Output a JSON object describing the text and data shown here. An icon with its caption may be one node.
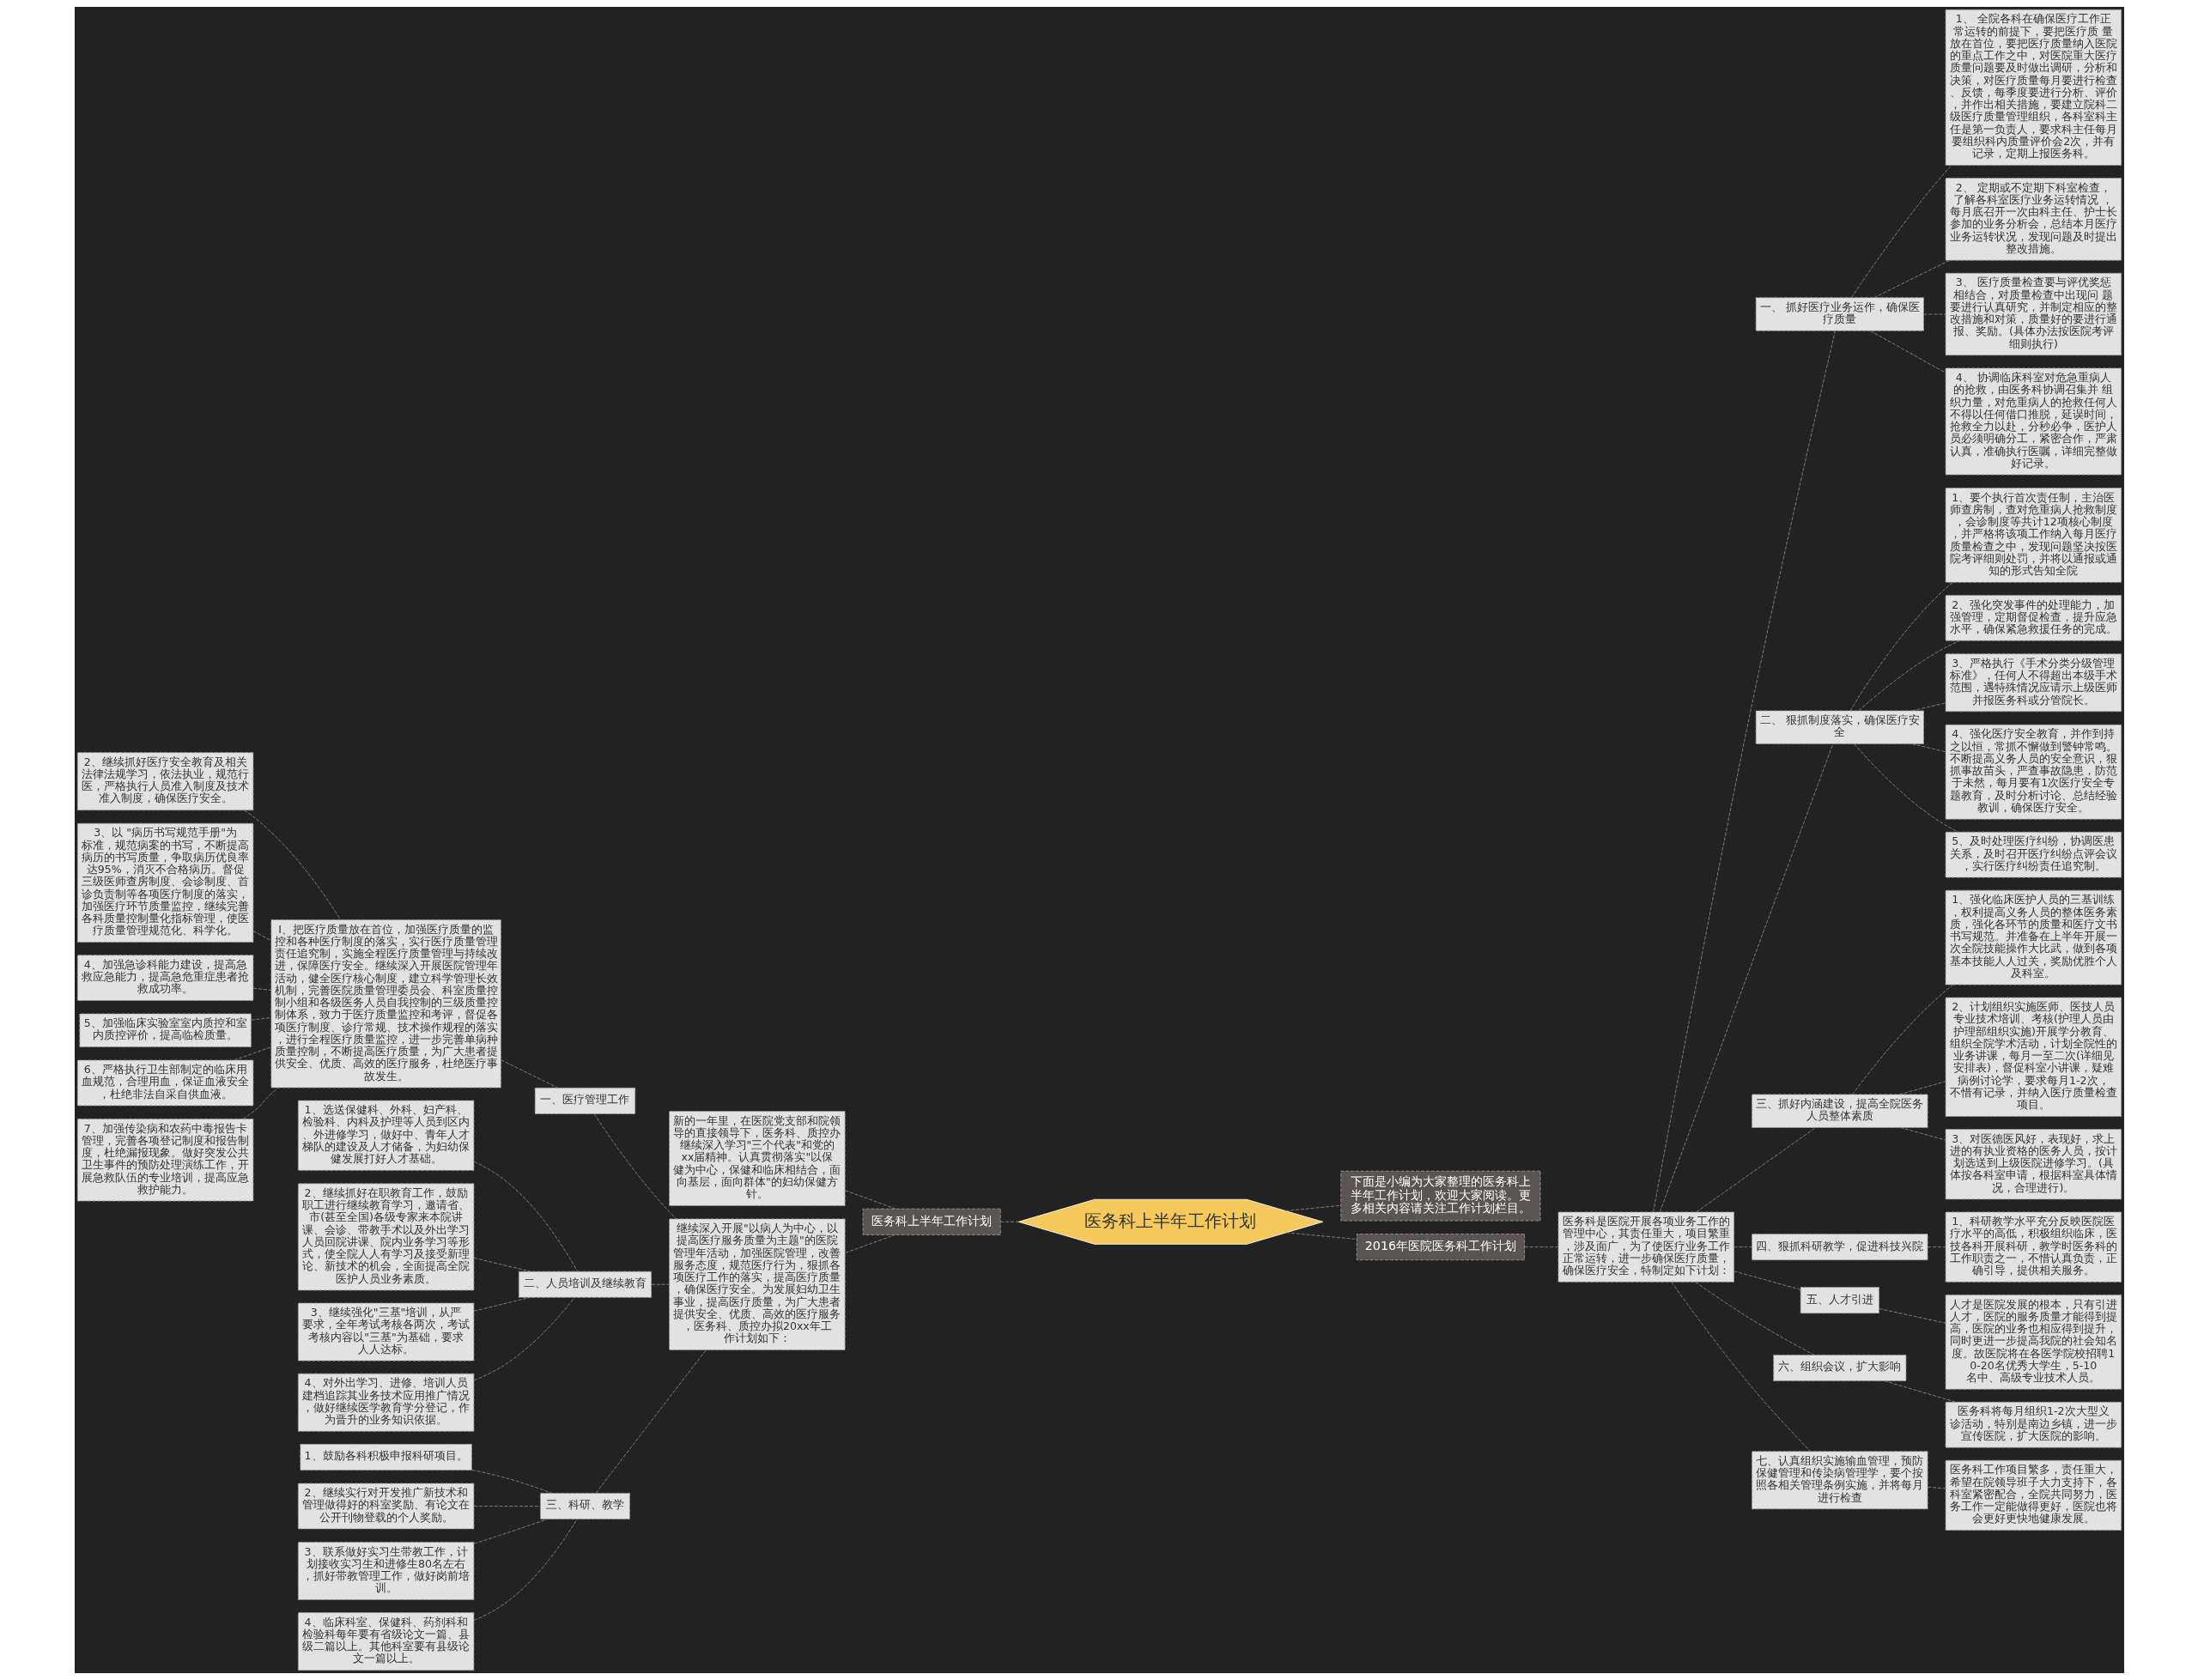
{
  "diagram": {
    "nodes": [
      {
        "text": [
          "医务科上半年工作计划"
        ]
      },
      {
        "text": [
          "医务科上半年工作计划"
        ]
      },
      {
        "text": [
          "新的一年里，在医院党支部和院领导的直接领导下，医务科、质控办继续深入学习\"三个代表\"和党的xx届精神。认真贯彻落实\"以保健为中心，保健和临床相结合，面向基层，面向群体\"的妇幼保健方针。"
        ]
      },
      {
        "text": [
          "继续深入开展\"以病人为中心，以提高医疗服务质量为主题\"的医院管理年活动，加强医院管理，改善服务态度，规范医疗行为，狠抓各项医疗工作的落实，提高医疗质量，确保医疗安全。为发展妇幼卫生事业，提高医疗质量，为广大患者提供安全、优质、高效的医疗服务，医务科、质控办拟20xx年工作计划如下："
        ]
      },
      {
        "text": [
          "一、医疗管理工作"
        ]
      },
      {
        "text": [
          "I、把医疗质量放在首位，加强医疗质量的监控和各种医疗制度的落实，实行医疗质量管理责任追究制，实施全程医疗质量管理与持续改进，保障医疗安全。继续深入开展医院管理年活动，健全医疗核心制度，建立科学管理长效机制，完善医院质量管理委员会、科室质量控制小组和各级医务人员自我控制的三级质量控制体系，致力于医疗质量监控和考评，督促各项医疗制度、诊疗常规、技术操作规程的落实，进行全程医疗质量监控，进一步完善单病种质量控制，不断提高医疗质量，为广大患者提供安全、优质、高效的医疗服务，杜绝医疗事故发生。"
        ]
      },
      {
        "text": [
          "2、继续抓好医疗安全教育及相关法律法规学习，依法执业，规范行医，严格执行人员准入制度及技术准入制度，确保医疗安全。"
        ]
      },
      {
        "text": [
          "3、以 \"病历书写规范手册\"为标准，规范病案的书写，不断提高病历的书写质量，争取病历优良率达95%，消灭不合格病历。督促三级医师查房制度、会诊制度、首诊负责制等各项医疗制度的落实，加强医疗环节质量监控，继续完善各科质量控制量化指标管理，使医疗质量管理规范化、科学化。"
        ]
      },
      {
        "text": [
          "4、加强急诊科能力建设，提高急救应急能力，提高急危重症患者抢救成功率。"
        ]
      },
      {
        "text": [
          "5、加强临床实验室室内质控和室内质控评价，提高临检质量。"
        ]
      },
      {
        "text": [
          "6、严格执行卫生部制定的临床用血规范，合理用血，保证血液安全，杜绝非法自采自供血液。"
        ]
      },
      {
        "text": [
          "7、加强传染病和农药中毒报告卡管理，完善各项登记制度和报告制度，杜绝漏报现象。做好突发公共卫生事件的预防处理演练工作，开展急救队伍的专业培训，提高应急救护能力。"
        ]
      },
      {
        "text": [
          "二、人员培训及继续教育"
        ]
      },
      {
        "text": [
          "1、选送保健科、外科、妇产科、检验科、内科及护理等人员到区内、外进修学习，做好中、青年人才梯队的建设及人才储备，为妇幼保健发展打好人才基础。"
        ]
      },
      {
        "text": [
          "2、继续抓好在职教育工作，鼓励职工进行继续教育学习，邀请省、市(甚至全国)各级专家来本院讲课、会诊、带教手术以及外出学习人员回院讲课、院内业务学习等形式，使全院人人有学习及接受新理论、新技术的机会，全面提高全院医护人员业务素质。"
        ]
      },
      {
        "text": [
          "3、继续强化\"三基\"培训，从严要求，全年考试考核各两次，考试考核内容以\"三基\"为基础，要求人人达标。"
        ]
      },
      {
        "text": [
          "4、对外出学习、进修、培训人员建档追踪其业务技术应用推广情况，做好继续医学教育学分登记，作为晋升的业务知识依据。"
        ]
      },
      {
        "text": [
          "三、科研、教学"
        ]
      },
      {
        "text": [
          "1、鼓励各科积极申报科研项目。"
        ]
      },
      {
        "text": [
          "2、继续实行对开发推广新技术和管理做得好的科室奖励、有论文在公开刊物登载的个人奖励。"
        ]
      },
      {
        "text": [
          "3、联系做好实习生带教工作，计划接收实习生和进修生80名左右，抓好带教管理工作，做好岗前培训。"
        ]
      },
      {
        "text": [
          "4、临床科室、保健科、药剂科和检验科每年要有省级论文一篇、县级二篇以上。其他科室要有县级论文一篇以上。"
        ]
      },
      {
        "text": [
          "下面是小编为大家整理的医务科上半年工作计划，欢迎大家阅读。更多相关内容请关注工作计划栏目。"
        ]
      },
      {
        "text": [
          "2016年医院医务科工作计划"
        ]
      },
      {
        "text": [
          "医务科是医院开展各项业务工作的管理中心，其责任重大，项目繁重，涉及面广，为了使医疗业务工作正常运转，进一步确保医疗质量，确保医疗安全，特制定如下计划："
        ]
      },
      {
        "text": [
          "一、 抓好医疗业务运作，确保医疗质量"
        ]
      },
      {
        "text": [
          "1、 全院各科在确保医疗工作正常运转的前提下，要把医疗质 量放在首位，要把医疗质量纳入医院的重点工作之中，对医院重大医疗质量问题要及时做出调研，分析和决策，对医疗质量每月要进行检查、反馈，每季度要进行分析、评价，并作出相关措施，要建立院科二级医疗质量管理组织，各科室科主任是第一负责人，要求科主任每月要组织科内质量评价会2次，并有记录，定期上报医务科。"
        ]
      },
      {
        "text": [
          "2、 定期或不定期下科室检查，了解各科室医疗业务运转情况 ，每月底召开一次由科主任、护士长参加的业务分析会，总结本月医疗业务运转状况，发现问题及时提出整改措施。"
        ]
      },
      {
        "text": [
          "3、 医疗质量检查要与评优奖惩相结合，对质量检查中出现问 题要进行认真研究，并制定相应的整改措施和对策，质量好的要进行通报、奖励。(具体办法按医院考评细则执行)"
        ]
      },
      {
        "text": [
          "4、 协调临床科室对危急重病人的抢救，由医务科协调召集并 组织力量，对危重病人的抢救任何人不得以任何借口推脱，延误时间，抢救全力以赴，分秒必争，医护人员必须明确分工，紧密合作，严肃认真，准确执行医嘱，详细完整做好记录。"
        ]
      },
      {
        "text": [
          "二、 狠抓制度落实，确保医疗安全"
        ]
      },
      {
        "text": [
          "1、要个执行首次责任制，主治医师查房制，查对危重病人抢救制度，会诊制度等共计12项核心制度，并严格将该项工作纳入每月医疗质量检查之中，发现问题坚决按医院考评细则处罚，并将以通报或通知的形式告知全院"
        ]
      },
      {
        "text": [
          "2、强化突发事件的处理能力，加强管理，定期督促检查，提升应急水平，确保紧急救援任务的完成。"
        ]
      },
      {
        "text": [
          "3、严格执行《手术分类分级管理标准》，任何人不得超出本级手术范围，遇特殊情况应请示上级医师并报医务科或分管院长。"
        ]
      },
      {
        "text": [
          "4、强化医疗安全教育，并作到持之以恒，常抓不懈做到警钟常鸣。不断提高义务人员的安全意识，狠抓事故苗头，严查事故隐患，防范于未然，每月要有1次医疗安全专题教育，及时分析讨论、总结经验教训，确保医疗安全。"
        ]
      },
      {
        "text": [
          "5、及时处理医疗纠纷，协调医患关系，及时召开医疗纠纷点评会议，实行医疗纠纷责任追究制。"
        ]
      },
      {
        "text": [
          "三、抓好内涵建设，提高全院医务人员整体素质"
        ]
      },
      {
        "text": [
          "1、强化临床医护人员的三基训练，权利提高义务人员的整体医务素质，强化各环节的质量和医疗文书书写规范。并准备在上半年开展一次全院技能操作大比武，做到各项基本技能人人过关，奖励优胜个人及科室。"
        ]
      },
      {
        "text": [
          "2、计划组织实施医师、医技人员专业技术培训、考核(护理人员由护理部组织实施)开展学分教育、组织全院学术活动，计划全院性的业务讲课，每月一至二次(详细见安排表)，督促科室小讲课，疑难病例讨论学，要求每月1-2次，不惜有记录，并纳入医疗质量检查项目。"
        ]
      },
      {
        "text": [
          "3、对医德医风好，表现好，求上进的有执业资格的医务人员，按计划选送到上级医院进修学习。(具体按各科室申请，根据科室具体情况，合理进行)。"
        ]
      },
      {
        "text": [
          "四、狠抓科研教学，促进科技兴院"
        ]
      },
      {
        "text": [
          "1、科研教学水平充分反映医院医疗水平的高低，积极组织临床，医技各科开展科研，教学时医务科的工作职责之一，不惜认真负责，正确引导，提供相关服务。"
        ]
      },
      {
        "text": [
          "五、人才引进"
        ]
      },
      {
        "text": [
          "人才是医院发展的根本，只有引进人才，医院的服务质量才能得到提高，医院的业务也相应得到提升，同时更进一步提高我院的社会知名度。故医院将在各医学院校招聘10-20名优秀大学生，5-10名中、高级专业技术人员。"
        ]
      },
      {
        "text": [
          "六、组织会议，扩大影响"
        ]
      },
      {
        "text": [
          "医务科将每月组织1-2次大型义诊活动，特别是南边乡镇，进一步宣传医院，扩大医院的影响。"
        ]
      },
      {
        "text": [
          "七、认真组织实施输血管理，预防保健管理和传染病管理学，要个按照各相关管理条例实施，并将每月进行检查"
        ]
      },
      {
        "text": [
          "医务科工作项目繁多，责任重大，希望在院领导班子大力支持下，各科室紧密配合，全院共同努力，医务工作一定能做得更好，医院也将会更好更快地健康发展。"
        ]
      }
    ],
    "edges": [
      {
        "from": 0,
        "to": 1,
        "arrow": "none"
      },
      {
        "from": 1,
        "to": 2,
        "arrow": "none"
      },
      {
        "from": 1,
        "to": 3,
        "arrow": "none"
      },
      {
        "from": 3,
        "to": 4,
        "arrow": "none"
      },
      {
        "from": 4,
        "to": 5,
        "arrow": "none"
      },
      {
        "from": 5,
        "to": 6,
        "arrow": "none"
      },
      {
        "from": 5,
        "to": 7,
        "arrow": "none"
      },
      {
        "from": 5,
        "to": 8,
        "arrow": "none"
      },
      {
        "from": 5,
        "to": 9,
        "arrow": "none"
      },
      {
        "from": 5,
        "to": 10,
        "arrow": "none"
      },
      {
        "from": 5,
        "to": 11,
        "arrow": "none"
      },
      {
        "from": 3,
        "to": 12,
        "arrow": "none"
      },
      {
        "from": 12,
        "to": 13,
        "arrow": "none"
      },
      {
        "from": 12,
        "to": 14,
        "arrow": "none"
      },
      {
        "from": 12,
        "to": 15,
        "arrow": "none"
      },
      {
        "from": 12,
        "to": 16,
        "arrow": "none"
      },
      {
        "from": 3,
        "to": 17,
        "arrow": "none"
      },
      {
        "from": 17,
        "to": 18,
        "arrow": "none"
      },
      {
        "from": 17,
        "to": 19,
        "arrow": "none"
      },
      {
        "from": 17,
        "to": 20,
        "arrow": "none"
      },
      {
        "from": 17,
        "to": 21,
        "arrow": "none"
      },
      {
        "from": 0,
        "to": 22,
        "arrow": "none"
      },
      {
        "from": 0,
        "to": 23,
        "arrow": "none"
      },
      {
        "from": 23,
        "to": 24,
        "arrow": "none"
      },
      {
        "from": 24,
        "to": 25,
        "arrow": "none"
      },
      {
        "from": 25,
        "to": 26,
        "arrow": "none"
      },
      {
        "from": 25,
        "to": 27,
        "arrow": "none"
      },
      {
        "from": 25,
        "to": 28,
        "arrow": "none"
      },
      {
        "from": 25,
        "to": 29,
        "arrow": "none"
      },
      {
        "from": 24,
        "to": 30,
        "arrow": "none"
      },
      {
        "from": 30,
        "to": 31,
        "arrow": "none"
      },
      {
        "from": 30,
        "to": 32,
        "arrow": "none"
      },
      {
        "from": 30,
        "to": 33,
        "arrow": "none"
      },
      {
        "from": 30,
        "to": 34,
        "arrow": "none"
      },
      {
        "from": 30,
        "to": 35,
        "arrow": "none"
      },
      {
        "from": 24,
        "to": 36,
        "arrow": "none"
      },
      {
        "from": 36,
        "to": 37,
        "arrow": "none"
      },
      {
        "from": 36,
        "to": 38,
        "arrow": "none"
      },
      {
        "from": 36,
        "to": 39,
        "arrow": "none"
      },
      {
        "from": 24,
        "to": 40,
        "arrow": "none"
      },
      {
        "from": 40,
        "to": 41,
        "arrow": "none"
      },
      {
        "from": 24,
        "to": 42,
        "arrow": "none"
      },
      {
        "from": 42,
        "to": 43,
        "arrow": "none"
      },
      {
        "from": 24,
        "to": 44,
        "arrow": "none"
      },
      {
        "from": 44,
        "to": 45,
        "arrow": "none"
      },
      {
        "from": 24,
        "to": 46,
        "arrow": "none"
      },
      {
        "from": 46,
        "to": 47,
        "arrow": "none"
      }
    ]
  }
}
